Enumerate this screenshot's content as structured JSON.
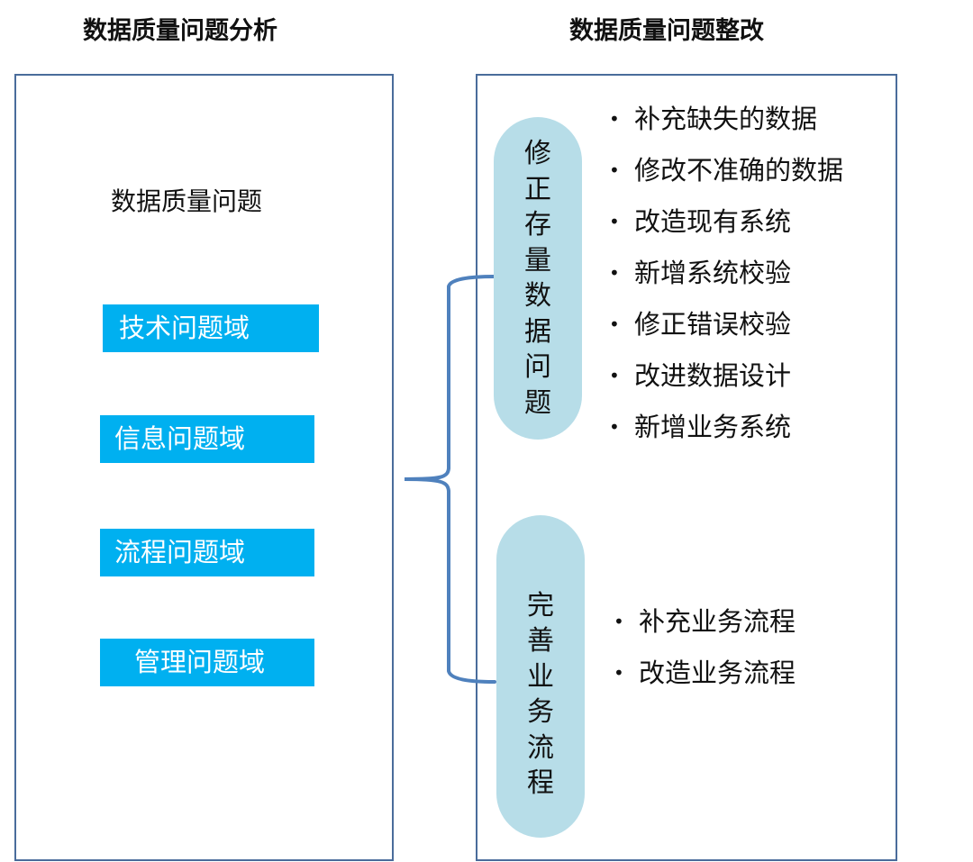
{
  "left_title": "数据质量问题分析",
  "right_title": "数据质量问题整改",
  "left_panel": {
    "heading": "数据质量问题",
    "domains": [
      "技术问题域",
      "信息问题域",
      "流程问题域",
      "管理问题域"
    ]
  },
  "right_panel": {
    "groups": [
      {
        "label": "修正存量数据问题",
        "items": [
          "补充缺失的数据",
          "修改不准确的数据",
          "改造现有系统",
          "新增系统校验",
          "修正错误校验",
          "改进数据设计",
          "新增业务系统"
        ]
      },
      {
        "label": "完善业务流程",
        "items": [
          "补充业务流程",
          "改造业务流程"
        ]
      }
    ]
  },
  "colors": {
    "border": "#4a6c9b",
    "domain_box": "#00b0f0",
    "pill": "#b7dde8",
    "brace": "#4f81bd"
  }
}
